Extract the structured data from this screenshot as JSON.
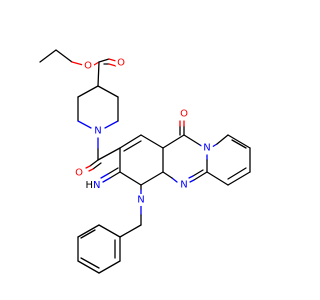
{
  "molecule": {
    "atoms": [
      {
        "id": "o_ester_carbonyl",
        "text": "O",
        "element": "O"
      },
      {
        "id": "o_ester_ether",
        "text": "O",
        "element": "O"
      },
      {
        "id": "n_piperidine",
        "text": "N",
        "element": "N"
      },
      {
        "id": "o_amide",
        "text": "O",
        "element": "O"
      },
      {
        "id": "o_ketone",
        "text": "O",
        "element": "O"
      },
      {
        "id": "n_ring_fusion",
        "text": "N",
        "element": "N"
      },
      {
        "id": "n_imine_text",
        "text": "HN",
        "element": "N",
        "prefix": "H",
        "suffix": "N"
      },
      {
        "id": "n_benzyl",
        "text": "N",
        "element": "N"
      },
      {
        "id": "n_pyrimidine",
        "text": "N",
        "element": "N"
      }
    ],
    "colors": {
      "carbon_bond": "#000000",
      "oxygen": "#ff0000",
      "nitrogen": "#0000ff",
      "background": "#ffffff"
    }
  }
}
